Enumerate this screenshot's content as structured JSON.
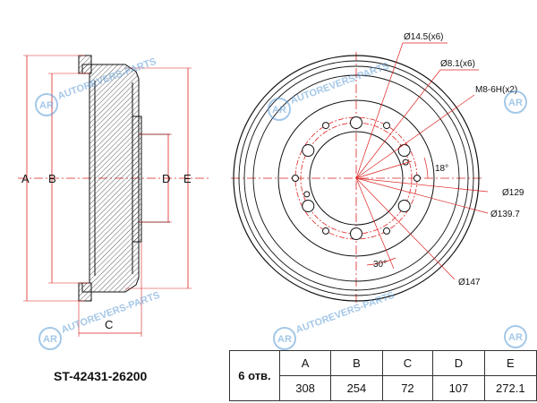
{
  "part_number": "ST-42431-26200",
  "holes_label": "6 отв.",
  "dimensions": {
    "headers": [
      "A",
      "B",
      "C",
      "D",
      "E"
    ],
    "values": [
      "308",
      "254",
      "72",
      "107",
      "272.1"
    ]
  },
  "side_view_labels": {
    "a": "A",
    "b": "B",
    "c": "C",
    "d": "D",
    "e": "E"
  },
  "callouts": {
    "hole_large": "Ø14.5(x6)",
    "hole_small": "Ø8.1(x6)",
    "thread": "M8-6H(x2)",
    "angle_thread": "18°",
    "d129": "Ø129",
    "d139": "Ø139.7",
    "d147": "Ø147",
    "angle_30": "30°"
  },
  "watermark": {
    "text": "AUTOREVERS-PARTS",
    "logo": "AR"
  }
}
